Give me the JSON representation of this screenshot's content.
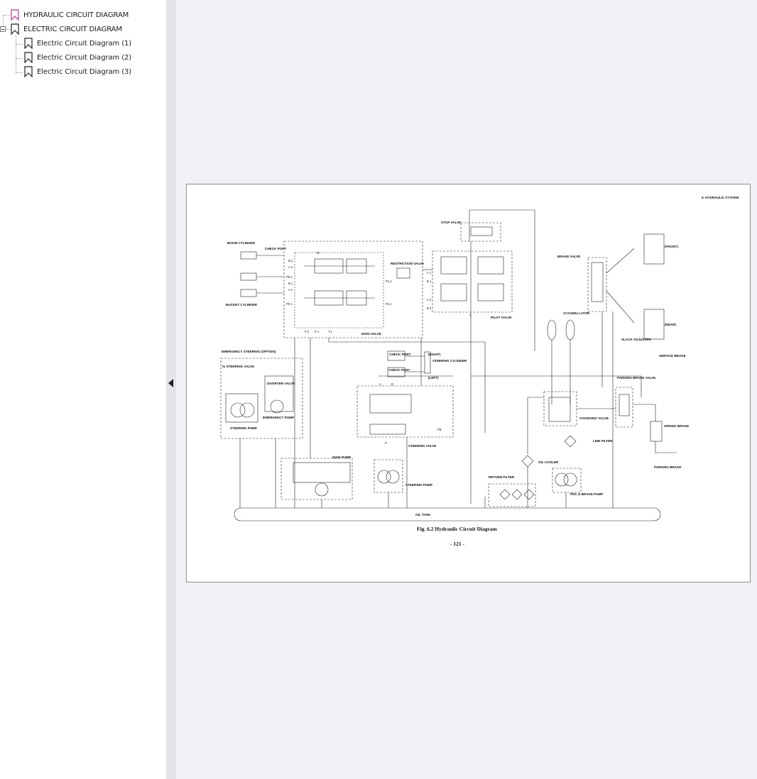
{
  "bookmarks": [
    {
      "label": "HYDRAULIC CIRCUIT DIAGRAM",
      "level": 0,
      "active": true
    },
    {
      "label": "ELECTRIC CIRCUIT DIAGRAM",
      "level": 0,
      "active": false
    },
    {
      "label": "Electric Circuit Diagram (1)",
      "level": 1,
      "active": false
    },
    {
      "label": "Electric Circuit Diagram (2)",
      "level": 1,
      "active": false
    },
    {
      "label": "Electric Circuit Diagram (3)",
      "level": 1,
      "active": false
    }
  ],
  "colors": {
    "active_bookmark": "#c0338f",
    "bookmark": "#222222"
  },
  "page": {
    "header": "6. HYDRAULIC SYSTEM",
    "caption": "Fig. 6.2   Hydraulic Circuit Diagram",
    "page_number": "- 121 -"
  },
  "diagram": {
    "boom_cylinder": "BOOM CYLINDER",
    "check_port": "CHECK PORT",
    "bucket_cylinder": "BUCKET CYLINDER",
    "restriction_valve": "RESTRICTION VALVE",
    "stop_valve": "STOP VALVE",
    "pilot_valve": "PILOT VALVE",
    "main_valve": "MAIN VALVE",
    "brake_valve": "BRAKE VALVE",
    "front": "(FRONT)",
    "rear": "(REAR)",
    "accumulator": "ACCUMU-LATOR",
    "slack_adjuster": "SLACK ADJUSTER",
    "service_brake": "SERVICE BRAKE",
    "emergency_steering": "EMERGENCY STEERING (OPTION)",
    "to_steering_valve": "to STEERING VALVE",
    "diverter_valve": "DIVERTER VALVE",
    "steering_pump": "STEERING PUMP",
    "emergency_pump": "EMERGENCY PUMP",
    "check_port_2": "CHECK PORT",
    "check_port_3": "CHECK PORT",
    "right": "(RIGHT)",
    "left": "(LEFT)",
    "steering_cylinder": "STEERING CYLINDER",
    "steering_valve": "STEERING VALVE",
    "parking_brake_valve": "PARKING BRAKE VALVE",
    "charging_valve": "CHARGING VALVE",
    "spring_brake": "SPRING BRAKE",
    "line_filter": "LINE FILTER",
    "oil_cooler": "OIL COOLER",
    "parking_brake": "PARKING BRAKE",
    "main_pump": "MAIN PUMP",
    "steering_pump_2": "STEERING PUMP",
    "return_filter": "RETURN FILTER",
    "pdc_brake_pump": "PDC & BRAKE PUMP",
    "oil_tank": "OIL TANK",
    "ports": {
      "t2": "T2",
      "b2": "B 2",
      "a2": "A 2",
      "pb2": "Pb 2",
      "b1": "B 1",
      "a1": "A 1",
      "pb1": "Pb 1",
      "p2": "P 2",
      "p1": "P 1",
      "t1": "T 1",
      "pa2": "Pa 2",
      "pa1": "Pa 1",
      "pa1b": "A 1",
      "pb1b": "B 1",
      "pa2b": "A 2",
      "pb2b": "B 2",
      "t": "T",
      "p": "P",
      "a": "A",
      "b": "B",
      "pb": "PB"
    }
  }
}
